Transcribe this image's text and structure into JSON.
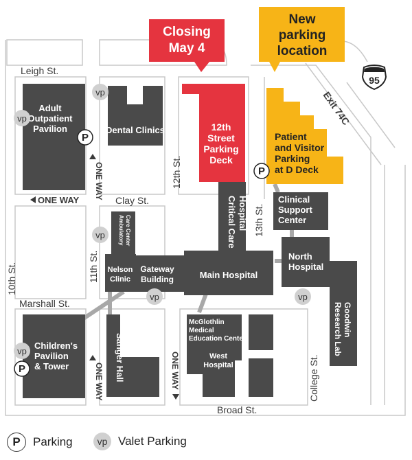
{
  "callouts": {
    "closing": {
      "line1": "Closing",
      "line2": "May 4"
    },
    "new_parking": {
      "line1": "New",
      "line2": "parking",
      "line3": "location"
    }
  },
  "highway": {
    "shield": "95",
    "exit": "Exit 74C"
  },
  "streets": {
    "leigh": "Leigh St.",
    "clay": "Clay St.",
    "marshall": "Marshall St.",
    "broad": "Broad St.",
    "tenth": "10th St.",
    "eleventh": "11th St.",
    "twelfth": "12th St.",
    "thirteenth": "13th St.",
    "college": "College St."
  },
  "one_way": {
    "horizontal": "ONE WAY",
    "vertical_left": "ONE WAY",
    "vertical_lower_left": "ONE WAY",
    "vertical_right": "ONE WAY"
  },
  "buildings": {
    "adult_outpatient": {
      "line1": "Adult",
      "line2": "Outpatient",
      "line3": "Pavilion"
    },
    "dental_clinics": "Dental Clinics",
    "street_12_deck": {
      "line1": "12th",
      "line2": "Street",
      "line3": "Parking",
      "line4": "Deck"
    },
    "patient_visitor": {
      "line1": "Patient",
      "line2": "and Visitor",
      "line3": "Parking",
      "line4": "at D Deck"
    },
    "critical_care": {
      "line1": "Critical Care",
      "line2": "Hospital"
    },
    "clinical_support": {
      "line1": "Clinical",
      "line2": "Support",
      "line3": "Center"
    },
    "ambulatory": {
      "line1": "Ambulatory",
      "line2": "Care Center"
    },
    "nelson": {
      "line1": "Nelson",
      "line2": "Clinic"
    },
    "gateway": {
      "line1": "Gateway",
      "line2": "Building"
    },
    "main_hospital": "Main Hospital",
    "north_hospital": {
      "line1": "North",
      "line2": "Hospital"
    },
    "goodwin": {
      "line1": "Goodwin",
      "line2": "Research Lab"
    },
    "childrens": {
      "line1": "Children's",
      "line2": "Pavilion",
      "line3": "& Tower"
    },
    "sanger": "Sanger Hall",
    "mcglothlin": {
      "line1": "McGlothlin",
      "line2": "Medical",
      "line3": "Education Center"
    },
    "west_hospital": {
      "line1": "West",
      "line2": "Hospital"
    }
  },
  "markers": {
    "parking": "P",
    "valet": "vp"
  },
  "legend": {
    "parking_symbol": "P",
    "parking_label": "Parking",
    "valet_symbol": "vp",
    "valet_label": "Valet Parking"
  },
  "colors": {
    "building": "#4a4a4a",
    "closing": "#e5343f",
    "new_parking": "#f7b417",
    "block_outline": "#cccccc",
    "street_text": "#3a3a3a",
    "walkway": "#a8a8a8"
  }
}
